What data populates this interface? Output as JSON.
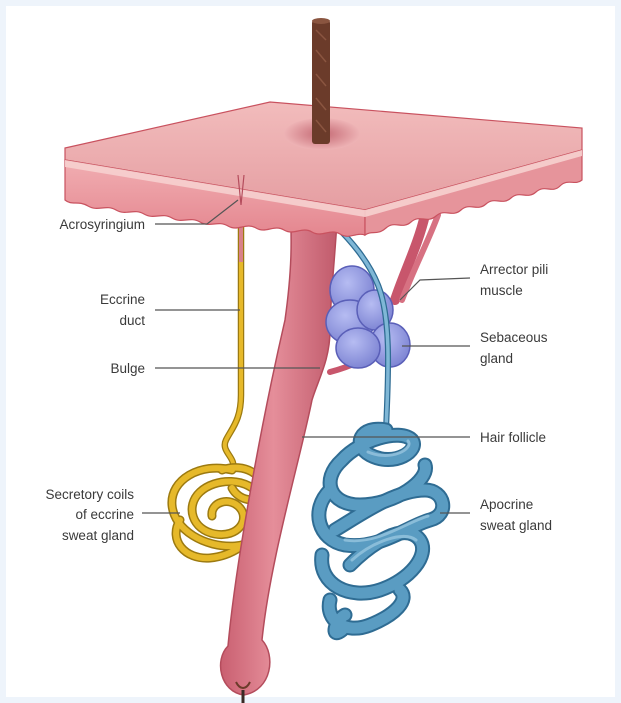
{
  "labels": {
    "acrosyringium": "Acrosyringium",
    "eccrine_duct_1": "Eccrine",
    "eccrine_duct_2": "duct",
    "bulge": "Bulge",
    "secretory_1": "Secretory coils",
    "secretory_2": "of eccrine",
    "secretory_3": "sweat gland",
    "arrector_1": "Arrector pili",
    "arrector_2": "muscle",
    "sebaceous_1": "Sebaceous",
    "sebaceous_2": "gland",
    "hair_follicle": "Hair follicle",
    "apocrine_1": "Apocrine",
    "apocrine_2": "sweat gland"
  },
  "colors": {
    "background": "#ffffff",
    "page_tint": "#eef4fb",
    "skin_top": "#e9a7a8",
    "skin_front": "#ec9aa0",
    "dermis_edge": "#c9525f",
    "follicle": "#d6707f",
    "follicle_dark": "#b44c5c",
    "hair_shaft": "#6b3b2a",
    "eccrine": "#e6b92a",
    "eccrine_dark": "#9c7a10",
    "apocrine": "#5a9cc2",
    "apocrine_dark": "#2f6c93",
    "sebaceous": "#8f96e0",
    "sebaceous_dark": "#5a5fb8",
    "muscle": "#c8566c",
    "leader_line": "#555555"
  }
}
